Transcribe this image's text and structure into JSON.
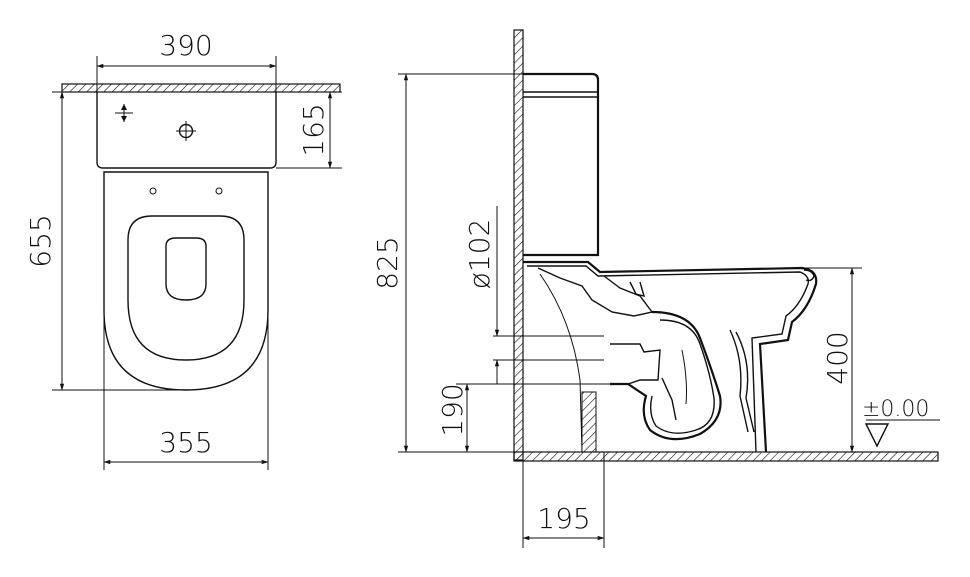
{
  "dimensions": {
    "width_top": "390",
    "tank_depth": "165",
    "overall_length": "655",
    "width_bowl": "355",
    "overall_height": "825",
    "outlet_diameter": "ø102",
    "outlet_height": "190",
    "bowl_height": "400",
    "floor_level": "±0.00",
    "outlet_offset": "195"
  },
  "colors": {
    "line": "#111111",
    "hatch": "#111111",
    "background": "#ffffff"
  }
}
